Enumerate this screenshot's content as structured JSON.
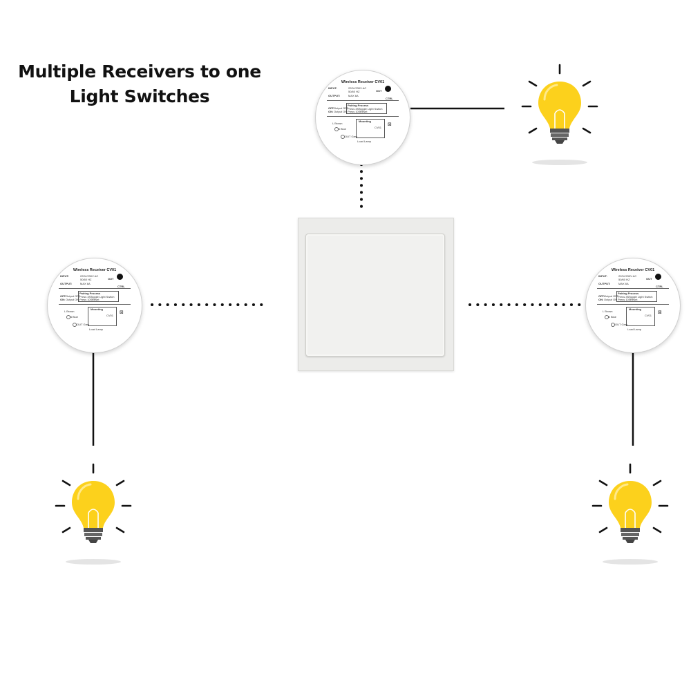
{
  "title": {
    "line1": "Multiple Receivers to one",
    "line2": "Light Switches"
  },
  "receiver": {
    "name": "Wireless Receiver",
    "model": "CV01",
    "input_label": "INPUT:",
    "input_value": "220V/230V AC",
    "input_hz": "50/60 HZ",
    "output_label": "OUTPUT:",
    "output_value": "MAX 6A",
    "out_label": "OUT",
    "ctrl_label": "CTRL",
    "off_label": "OFF:",
    "off_value": "Output OFF",
    "on_label": "ON:",
    "on_value": "Output ON",
    "pairing_title": "Pairing Process",
    "pairing_3s": "Press 3S:",
    "pairing_3s_value": "Toggle Light Switch",
    "pairing_10s": "Press 10S:",
    "pairing_10s_value": "Reset",
    "mounting_title": "Mounting",
    "legend_1": "L Brown",
    "legend_2": "N Blue",
    "legend_3": "OUT Grey",
    "load": "Load Lamp"
  },
  "icons": {
    "bulb": "light-bulb-icon",
    "switch": "wall-switch",
    "recycle": "weee-bin-icon"
  },
  "colors": {
    "bulb_fill": "#FCD11C",
    "bulb_base": "#555555",
    "ray": "#111111",
    "connector": "#111111"
  }
}
